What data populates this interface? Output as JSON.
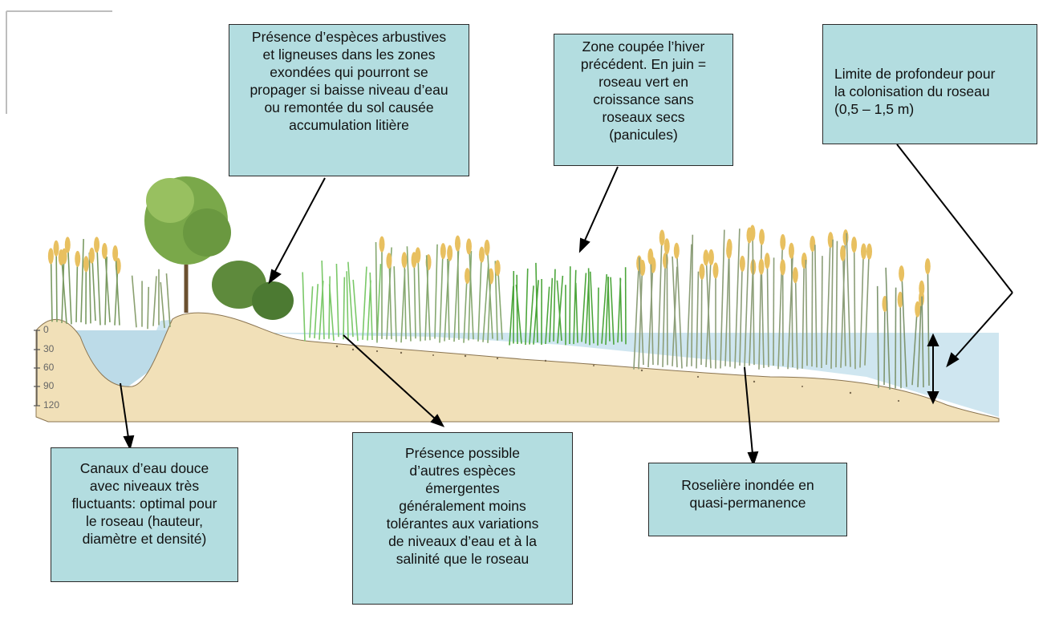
{
  "depth_scale": [
    "0",
    "30",
    "60",
    "90",
    "120"
  ],
  "callouts": {
    "woody": "Présence d’espèces arbustives\net ligneuses dans les zones\nexondées qui pourront se\npropager si baisse niveau d’eau\nou remontée du sol causée\naccumulation litière",
    "cut_zone": "Zone coupée l’hiver\nprécédent. En juin =\nroseau vert en\ncroissance sans\nroseaux secs\n(panicules)",
    "depth_limit": "Limite de profondeur pour\nla colonisation du roseau\n(0,5 – 1,5 m)",
    "canals": "Canaux d’eau douce\navec niveaux très\nfluctuants: optimal pour\nle roseau (hauteur,\ndiamètre et densité)",
    "emergent": "Présence possible\nd’autres espèces\némergentes\ngénéralement moins\ntolérantes aux variations\nde niveaux d’eau et à la\nsalinité que le roseau",
    "flooded": "Roselière inondée en\nquasi-permanence"
  },
  "colors": {
    "box_fill": "#b3dde0",
    "water": "#cfe6f0",
    "sand": "#f1e0b8",
    "reed_green": "#5aa848",
    "panicle_yellow": "#e8c060",
    "tree_green": "#7aa84a"
  }
}
